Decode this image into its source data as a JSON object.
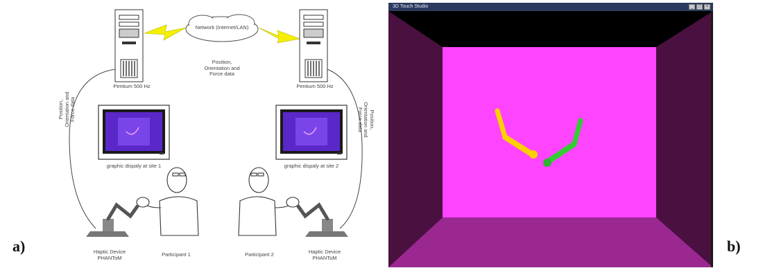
{
  "panel_labels": {
    "a": "a)",
    "b": "b)"
  },
  "diagram": {
    "network_label": "Network (Internet/LAN)",
    "center_data_label": [
      "Position,",
      "Orientation and",
      "Force data"
    ],
    "left_side_label": [
      "Position,",
      "Orientation and",
      "Force data"
    ],
    "right_side_label": [
      "Position,",
      "Orientation and",
      "Force data"
    ],
    "pc_left_label": "Pentium 500 Hz",
    "pc_right_label": "Pentium 500 Hz",
    "display_left_label": "graphic dispaly at site 1",
    "display_right_label": "graphic dispaly at site 2",
    "haptic_left_label": [
      "Haptic Device",
      "PHANToM"
    ],
    "haptic_right_label": [
      "Haptic Device",
      "PHANToM"
    ],
    "participant_1_label": "Participant 1",
    "participant_2_label": "Participant 2"
  },
  "window": {
    "title": "3D Touch Studio",
    "colors": {
      "back_wall": "#ff44ff",
      "side_wall": "#4a1040",
      "floor": "#9a2890",
      "ceiling": "#000000",
      "arm_yellow": "#ffd000",
      "arm_green": "#33cc33"
    }
  }
}
